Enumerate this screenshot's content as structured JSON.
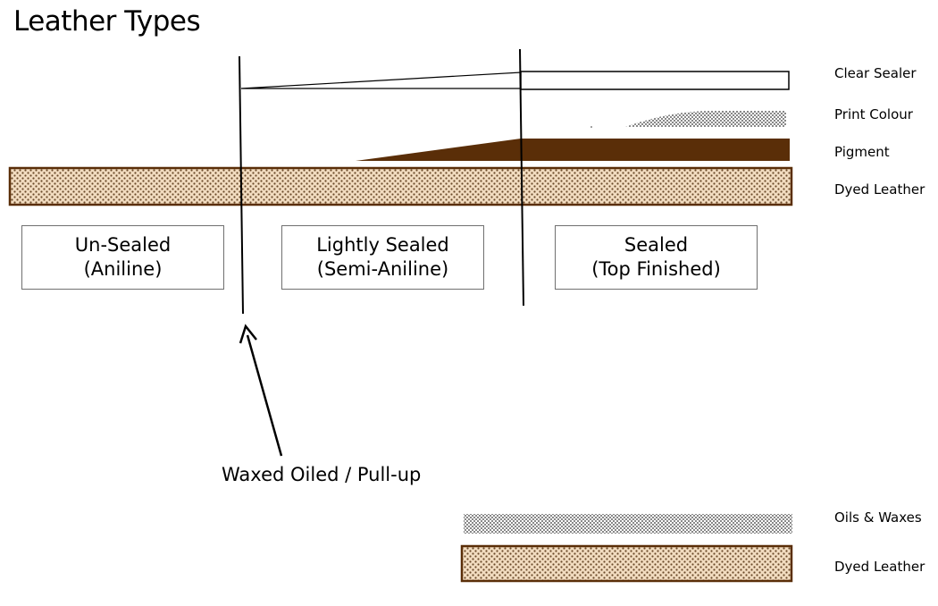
{
  "title": "Leather Types",
  "layer_labels": {
    "clear_sealer": "Clear Sealer",
    "print_colour": "Print Colour",
    "pigment": "Pigment",
    "dyed_leather": "Dyed Leather",
    "oils_waxes": "Oils & Waxes",
    "dyed_leather_2": "Dyed Leather"
  },
  "types": [
    {
      "line1": "Un-Sealed",
      "line2": "(Aniline)"
    },
    {
      "line1": "Lightly Sealed",
      "line2": "(Semi-Aniline)"
    },
    {
      "line1": "Sealed",
      "line2": "(Top Finished)"
    }
  ],
  "annotation": "Waxed Oiled / Pull-up",
  "colors": {
    "leather_brown": "#5a2e08",
    "leather_fill": "#f2dcc0",
    "speckle": "#6b4a2a",
    "print_dots": "#333333"
  }
}
